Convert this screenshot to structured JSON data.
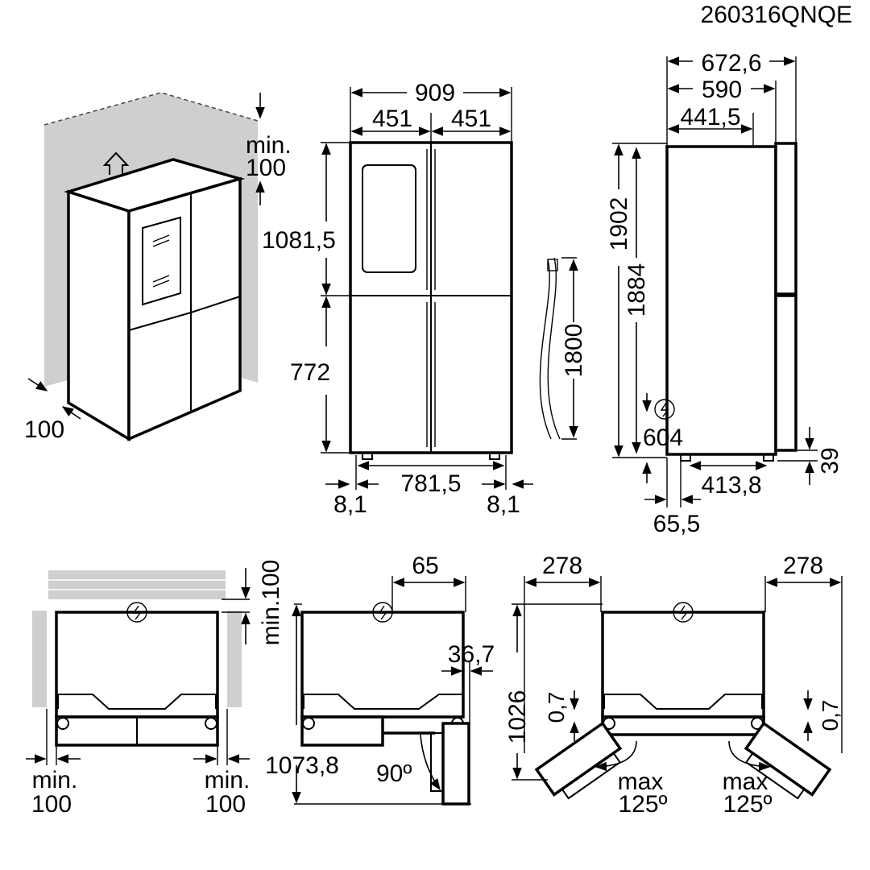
{
  "drawing_code": "260316QNQE",
  "isometric": {
    "top_clearance": "min.",
    "top_clearance_value": "100",
    "side_gap": "100"
  },
  "front": {
    "width_total": "909",
    "door_width_left": "451",
    "door_width_right": "451",
    "upper_door_height": "1081,5",
    "lower_door_height": "772",
    "feet_distance": "781,5",
    "side_offset_left": "8,1",
    "side_offset_right": "8,1"
  },
  "cable": {
    "length": "1800"
  },
  "side": {
    "depth_total": "672,6",
    "depth_body": "590",
    "depth_top": "441,5",
    "height_total": "1902",
    "height_body": "1884",
    "socket_height": "604",
    "feet_depth": "413,8",
    "front_foot_offset": "65,5",
    "bottom_gap": "39"
  },
  "plan_install": {
    "wall_clearance_label": "min.100",
    "left_clearance_min": "min.",
    "left_clearance_value": "100",
    "right_clearance_min": "min.",
    "right_clearance_value": "100"
  },
  "plan_door90": {
    "offset_top": "65",
    "hinge_offset": "36,7",
    "depth_open": "1073,8",
    "angle": "90º"
  },
  "plan_door125": {
    "swing_left": "278",
    "swing_right": "278",
    "depth_open": "1026",
    "gap_left": "0,7",
    "gap_right": "0,7",
    "max_label_left": "max",
    "angle_left": "125º",
    "max_label_right": "max",
    "angle_right": "125º"
  }
}
